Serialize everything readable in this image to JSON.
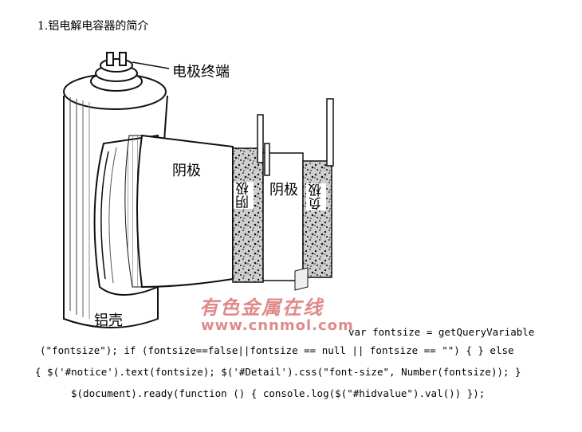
{
  "heading": "1.铝电解电容器的简介",
  "figure": {
    "labels": {
      "electrode_terminal": "电极终端",
      "cathode_foil": "阴极",
      "cathode_strip": "阴极",
      "cathode_middle": "阴极",
      "negative": "负极",
      "aluminum_shell": "铝壳"
    },
    "watermark": {
      "text": "有色金属在线",
      "url": "www.cnnmol.com",
      "color": "#e08a8a"
    }
  },
  "code_lines": [
    "var fontsize = getQueryVariable",
    "(\"fontsize\"); if (fontsize==false||fontsize == null || fontsize == \"\") { } else",
    "{ $('#notice').text(fontsize); $('#Detail').css(\"font-size\", Number(fontsize)); }",
    "$(document).ready(function () { console.log($(\"#hidvalue\").val()) });"
  ]
}
